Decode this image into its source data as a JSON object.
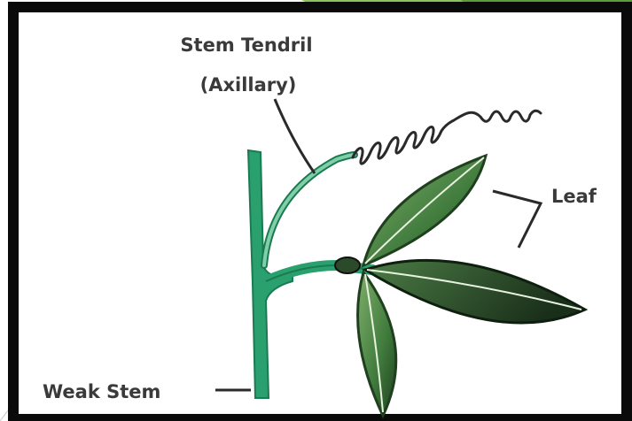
{
  "labels": {
    "stem_tendril_line1": "Stem Tendril",
    "stem_tendril_line2": "(Axillary)",
    "leaf": "Leaf",
    "weak_stem": "Weak Stem"
  },
  "colors": {
    "frame": "#0a0a0a",
    "slide_green_dark": "#5f9c3a",
    "slide_green_light": "#8cc45d",
    "stem_green": "#2aa06e",
    "stem_green_dark": "#1c7a52",
    "leaf_green": "#3f7a3c",
    "leaf_green_dark": "#1f3f1f",
    "leaf_green_light": "#7fae6a",
    "label_text": "#3a3a3a"
  }
}
